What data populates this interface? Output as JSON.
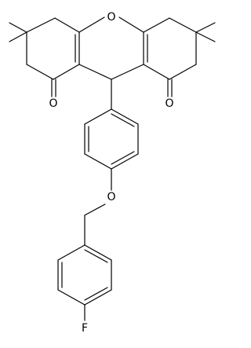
{
  "molecule": {
    "atoms": {
      "O_ring": "O",
      "O_ketone_left": "O",
      "O_ketone_right": "O",
      "O_ether": "O",
      "F": "F"
    }
  },
  "colors": {
    "bond": "#000000",
    "label": "#000000",
    "background": "#ffffff"
  }
}
